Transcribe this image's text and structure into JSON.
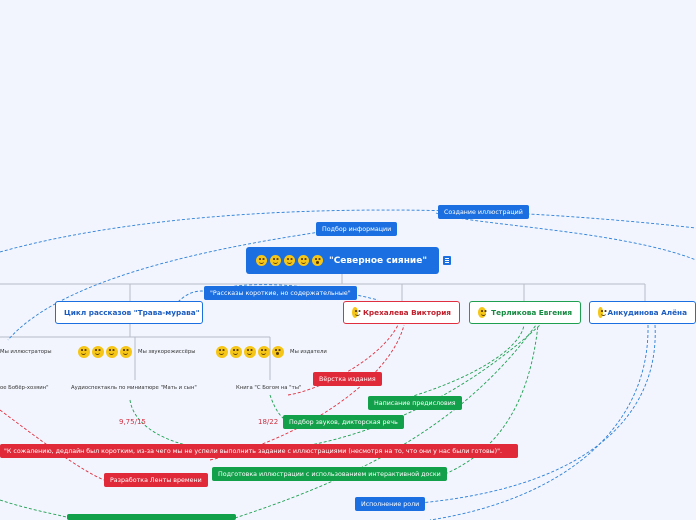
{
  "central": {
    "title": "\"Северное сияние\"",
    "icons": [
      "grinning-face-icon",
      "smiling-face-icon",
      "neutral-face-icon",
      "slight-smile-face-icon",
      "surprised-face-icon"
    ],
    "note_icon": "notes-icon"
  },
  "branches": {
    "cycle": "Цикл рассказов \"Трава-мурава\"",
    "krekhaleva": "Крехалева Виктория",
    "terlikova": "Терликова Евгения",
    "ankudinova": "Анкудинова Алёна"
  },
  "groups": {
    "illustrators": "Мы иллюстраторы",
    "sound": "Мы звукорежиссёры",
    "publishers": "Мы издатели"
  },
  "items": {
    "beaver": "ое Бобёр-хозяин\"",
    "audio": "Аудиоспектакль по миниатюре \"Мать и сын\"",
    "book": "Книга \"С Богом на \"ты\""
  },
  "scores": {
    "audio": "9,75/15",
    "book": "18/22"
  },
  "tags": {
    "illustrations": "Создание иллюстраций",
    "info": "Подбор информации",
    "stories": "\"Рассказы короткие, но содержательные\"",
    "layout": "Вёрстка издания",
    "preface": "Написание предисловия",
    "sounds": "Подбор звуков, дикторская речь",
    "regret": "\"К сожалению, дедлайн был коротким, из-за чего мы не успели выполнить задание с иллюстрациями (несмотря на то, что они у нас были готовы)\".",
    "board": "Подготовка иллюстрации с использованием интерактивной доски",
    "ribbon": "Разработка Ленты времени",
    "role": "Исполнение роли"
  },
  "colors": {
    "blue": "#1b6fe0",
    "red": "#e02a3a",
    "green": "#12a04a",
    "background": "#f2f5fe"
  }
}
